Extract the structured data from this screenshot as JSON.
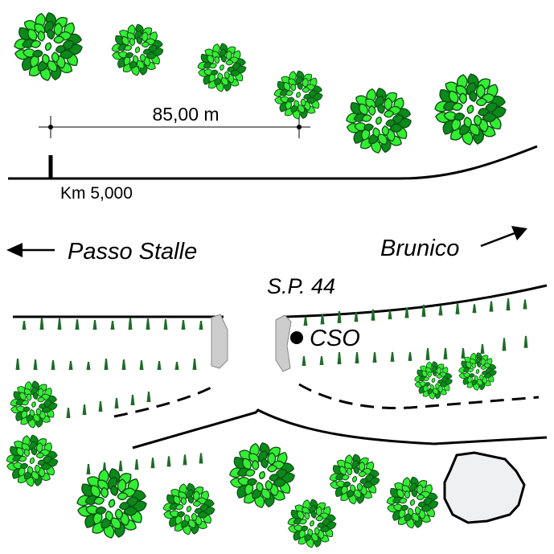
{
  "map": {
    "measure_label": "85,00 m",
    "km_label": "Km 5,000",
    "left_direction": "Passo Stalle",
    "right_direction": "Brunico",
    "road_label": "S.P. 44",
    "point_label": "CSO"
  },
  "icons": {
    "tree": "tree-canopy-icon",
    "grass": "grass-tuft-icon",
    "arrow_left": "arrow-left-icon",
    "arrow_right": "arrow-up-right-icon",
    "point": "point-marker-icon",
    "rock": "rock-icon"
  },
  "colors": {
    "tree_fill": "#33ee33",
    "tree_dark": "#0a8a1a",
    "tree_stroke": "#0d4d12",
    "grass": "#1f6b2a",
    "culvert": "#cccccc",
    "rock": "#eef0f2",
    "line": "#000000"
  }
}
